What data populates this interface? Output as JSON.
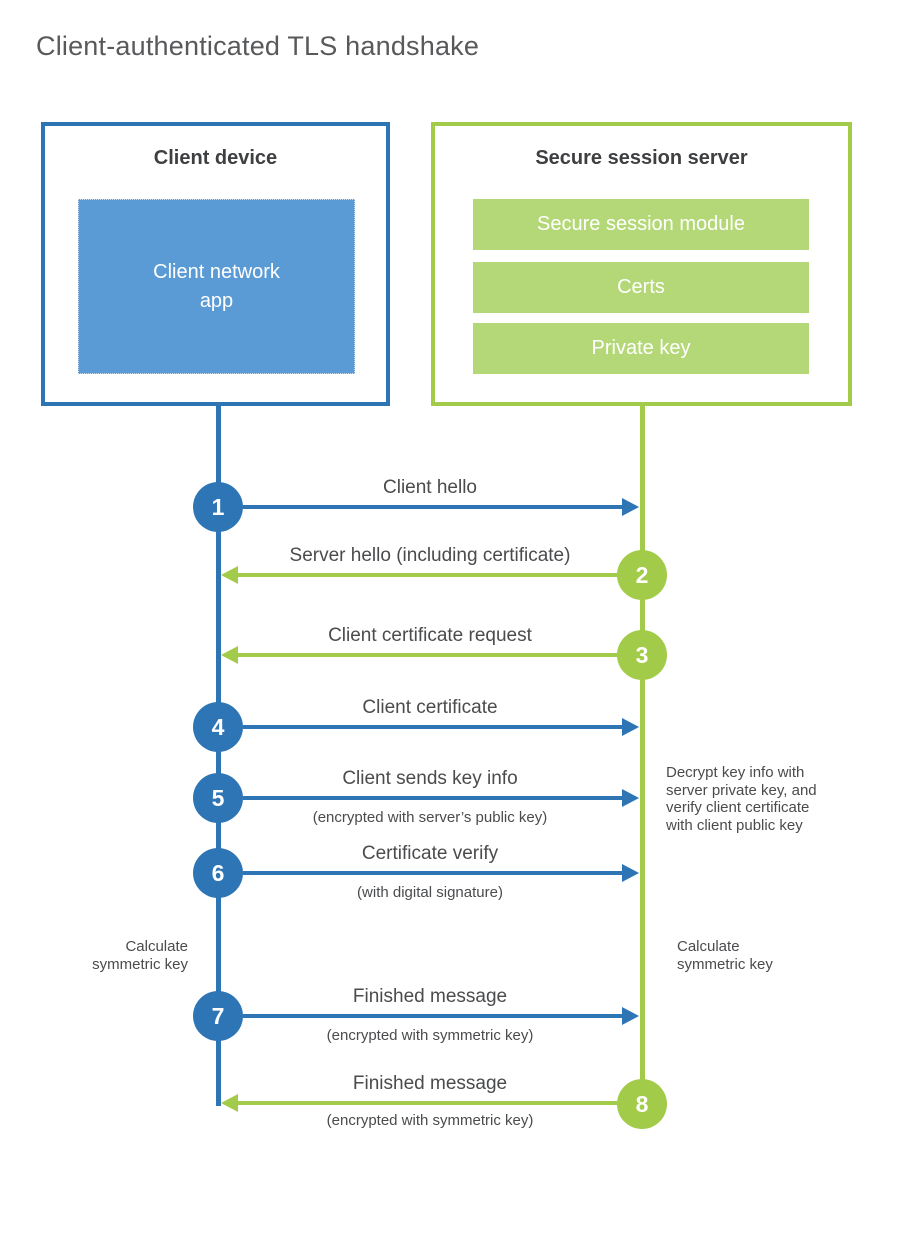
{
  "title": "Client-authenticated TLS handshake",
  "client": {
    "title": "Client device",
    "app_label": "Client network\napp"
  },
  "server": {
    "title": "Secure session server",
    "modules": [
      "Secure session module",
      "Certs",
      "Private key"
    ]
  },
  "steps": [
    {
      "number": "1",
      "label": "Client hello",
      "sublabel": "",
      "from": "client",
      "to": "server",
      "color": "blue"
    },
    {
      "number": "2",
      "label": "Server hello (including certificate)",
      "sublabel": "",
      "from": "server",
      "to": "client",
      "color": "green"
    },
    {
      "number": "3",
      "label": "Client certificate request",
      "sublabel": "",
      "from": "server",
      "to": "client",
      "color": "green"
    },
    {
      "number": "4",
      "label": "Client certificate",
      "sublabel": "",
      "from": "client",
      "to": "server",
      "color": "blue"
    },
    {
      "number": "5",
      "label": "Client sends key info",
      "sublabel": "(encrypted with server’s public key)",
      "from": "client",
      "to": "server",
      "color": "blue"
    },
    {
      "number": "6",
      "label": "Certificate verify",
      "sublabel": "(with digital signature)",
      "from": "client",
      "to": "server",
      "color": "blue"
    },
    {
      "number": "7",
      "label": "Finished message",
      "sublabel": "(encrypted with symmetric key)",
      "from": "client",
      "to": "server",
      "color": "blue"
    },
    {
      "number": "8",
      "label": "Finished message",
      "sublabel": "(encrypted with symmetric key)",
      "from": "server",
      "to": "client",
      "color": "green"
    }
  ],
  "notes": {
    "client_calculate": "Calculate\nsymmetric key",
    "server_calculate": "Calculate\nsymmetric key",
    "server_decrypt": "Decrypt key info with\nserver private key, and\nverify client certificate\nwith client public key"
  },
  "colors": {
    "blue": "#2e75b6",
    "blue_fill": "#5b9bd5",
    "green": "#a2cb49",
    "green_fill": "#b4d877"
  }
}
